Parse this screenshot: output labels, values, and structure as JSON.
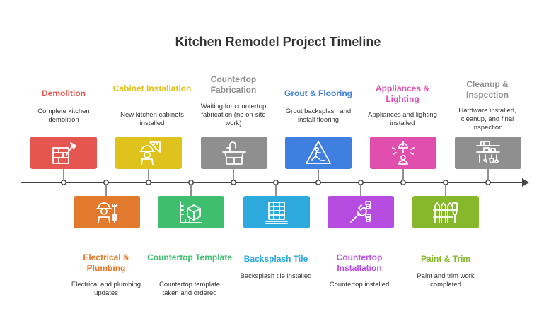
{
  "title": "Kitchen Remodel Project Timeline",
  "steps": [
    {
      "title": "Demolition",
      "description": "Complete kitchen demolition",
      "color": "#e4564f",
      "icon": "demolition-icon",
      "position": "above"
    },
    {
      "title": "Electrical & Plumbing",
      "description": "Electrical and plumbing updates",
      "color": "#e17a2c",
      "icon": "worker-tools-icon",
      "position": "below"
    },
    {
      "title": "Cabinet Installation",
      "description": "New kitchen cabinets installed",
      "color": "#e0c21c",
      "icon": "carpenter-icon",
      "position": "above"
    },
    {
      "title": "Countertop Template",
      "description": "Countertop template taken and ordered",
      "color": "#3fbe6e",
      "icon": "measure-box-icon",
      "position": "below"
    },
    {
      "title": "Countertop Fabrication",
      "description": "Waiting for countertop fabrication (no on-site work)",
      "color": "#8f8f8f",
      "icon": "sink-icon",
      "position": "above"
    },
    {
      "title": "Backsplash Tile",
      "description": "Backsplash tile installed",
      "color": "#2ea9de",
      "icon": "tile-wall-icon",
      "position": "below"
    },
    {
      "title": "Grout & Flooring",
      "description": "Grout backsplash and install flooring",
      "color": "#3f7fe0",
      "icon": "wet-floor-icon",
      "position": "above"
    },
    {
      "title": "Countertop Installation",
      "description": "Countertop installed",
      "color": "#b64de0",
      "icon": "wrench-screw-icon",
      "position": "below"
    },
    {
      "title": "Appliances & Lighting",
      "description": "Appliances and lighting installed",
      "color": "#e04fae",
      "icon": "appliance-light-icon",
      "position": "above"
    },
    {
      "title": "Paint & Trim",
      "description": "Paint and trim work completed",
      "color": "#86b82c",
      "icon": "paint-fence-icon",
      "position": "below"
    },
    {
      "title": "Cleanup & Inspection",
      "description": "Hardware installed, cleanup, and final inspection",
      "color": "#8f8f8f",
      "icon": "cleanup-shelf-icon",
      "position": "above"
    }
  ]
}
